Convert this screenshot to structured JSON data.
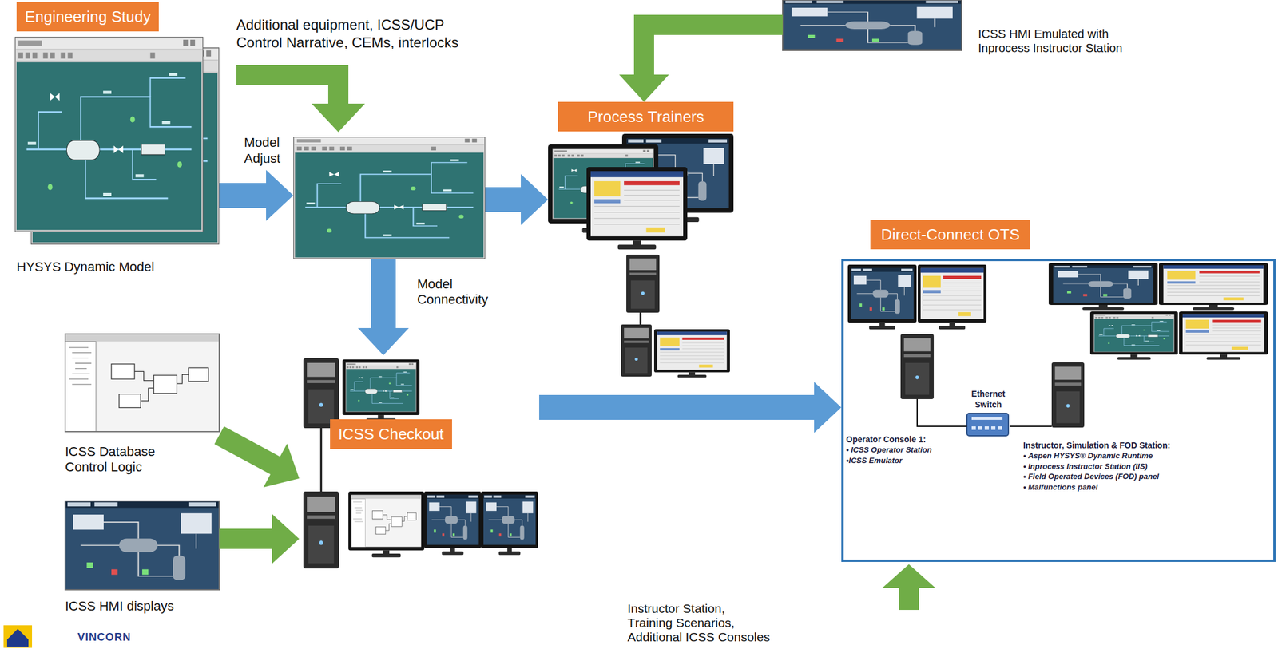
{
  "diagram": {
    "nodes": [
      {
        "text": [
          "Engineering Study",
          "HYSYS Dynamic Model"
        ]
      },
      {
        "text": [
          "Additional equipment, ICSS/UCP Control Narrative, CEMs, interlocks"
        ]
      },
      {
        "text": [
          "ICSS HMI Emulated with Inprocess Instructor Station"
        ]
      },
      {
        "text": [
          "Process Trainers"
        ]
      },
      {
        "text": [
          "Direct-Connect OTS",
          "Instructor Station, Training Scenarios, Additional ICSS Consoles"
        ]
      },
      {
        "text": [
          "Operator Console 1:",
          "• ICSS Operator Station",
          "•ICSS Emulator"
        ],
        "in": 4
      },
      {
        "text": [
          "Ethernet Switch"
        ],
        "in": 4
      },
      {
        "text": [
          "Instructor, Simulation & FOD Station:",
          "• Aspen HYSYS® Dynamic Runtime",
          "• Inprocess Instructor Station (IIS)",
          "• Field Operated Devices (FOD) panel",
          "• Malfunctions panel"
        ],
        "in": 4
      },
      {
        "text": [
          "ICSS Database Control Logic"
        ]
      },
      {
        "text": [
          "ICSS HMI displays"
        ]
      },
      {
        "text": [
          "ICSS Checkout"
        ]
      }
    ],
    "edges": [
      {
        "from": 0,
        "to": 1,
        "label": "Model Adjust",
        "arrow": "to"
      },
      {
        "from": 1,
        "to": 3,
        "arrow": "to"
      },
      {
        "from": 1,
        "to": 10,
        "label": "Model Connectivity",
        "arrow": "to"
      },
      {
        "from": 2,
        "to": 3,
        "arrow": "to"
      },
      {
        "from": 8,
        "to": 10,
        "arrow": "to"
      },
      {
        "from": 9,
        "to": 10,
        "arrow": "to"
      },
      {
        "from": 10,
        "to": 4,
        "arrow": "to"
      },
      {
        "from": 5,
        "to": 6,
        "arrow": "none"
      },
      {
        "from": 6,
        "to": 7,
        "arrow": "none"
      }
    ],
    "labels": [
      "VINCORN"
    ]
  }
}
